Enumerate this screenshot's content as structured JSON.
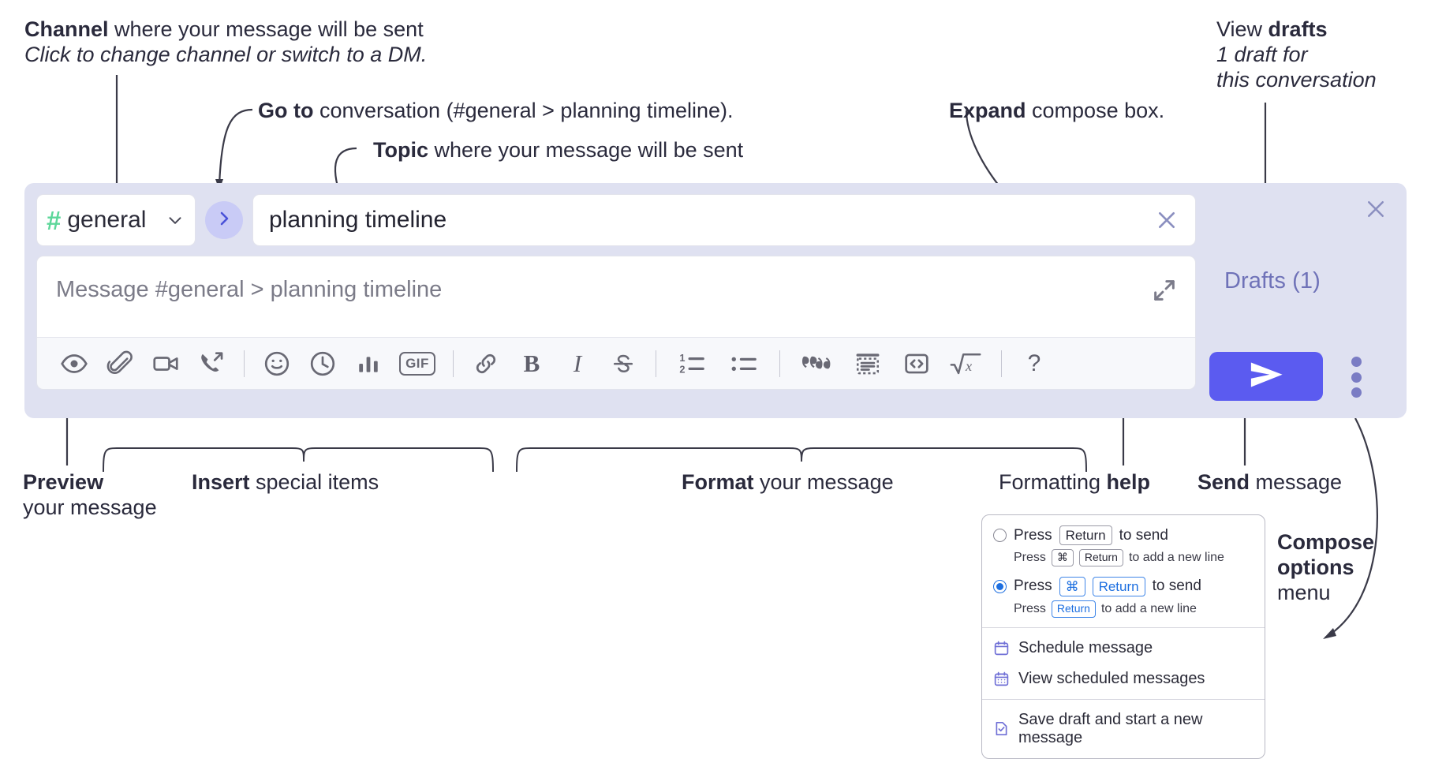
{
  "annotations": {
    "channel": {
      "bold": "Channel",
      "rest": " where your message will be sent",
      "italic": "Click to change channel or switch to a DM."
    },
    "goto": {
      "bold": "Go to",
      "rest": " conversation (#general > planning timeline)."
    },
    "topic": {
      "bold": "Topic",
      "rest": " where your message will be sent"
    },
    "expand": {
      "bold": "Expand",
      "rest": " compose box."
    },
    "drafts": {
      "lead": "View ",
      "bold": "drafts",
      "italic1": "1 draft for",
      "italic2": "this conversation"
    },
    "preview": {
      "bold": "Preview",
      "rest": "your message"
    },
    "insert": {
      "bold": "Insert",
      "rest": " special items"
    },
    "format": {
      "bold": "Format",
      "rest": " your message"
    },
    "help": {
      "lead": "Formatting ",
      "bold": "help"
    },
    "send": {
      "bold": "Send",
      "rest": " message"
    },
    "compose_options": {
      "bold1": "Compose",
      "bold2": "options",
      "rest": "menu"
    }
  },
  "compose": {
    "close_label": "×",
    "drafts_link": "Drafts (1)",
    "channel": {
      "hash": "#",
      "name": "general",
      "caret_icon": "chevron-down-icon"
    },
    "goto_icon": "chevron-right-icon",
    "topic": {
      "value": "planning timeline",
      "clear_icon": "close-icon"
    },
    "message": {
      "placeholder": "Message #general > planning timeline",
      "expand_icon": "expand-icon"
    },
    "toolbar": [
      {
        "name": "preview-icon",
        "label": "Preview"
      },
      {
        "name": "attachment-icon",
        "label": "Attach file"
      },
      {
        "name": "video-icon",
        "label": "Record video clip"
      },
      {
        "name": "call-icon",
        "label": "Start call"
      },
      {
        "name": "divider-1",
        "label": ""
      },
      {
        "name": "emoji-icon",
        "label": "Emoji"
      },
      {
        "name": "clock-icon",
        "label": "Reminder"
      },
      {
        "name": "poll-icon",
        "label": "Poll"
      },
      {
        "name": "gif-icon",
        "label": "GIF"
      },
      {
        "name": "divider-2",
        "label": ""
      },
      {
        "name": "link-icon",
        "label": "Link"
      },
      {
        "name": "bold-icon",
        "label": "B"
      },
      {
        "name": "italic-icon",
        "label": "I"
      },
      {
        "name": "strikethrough-icon",
        "label": "Strikethrough"
      },
      {
        "name": "divider-3",
        "label": ""
      },
      {
        "name": "ordered-list-icon",
        "label": "Ordered list"
      },
      {
        "name": "bulleted-list-icon",
        "label": "Bulleted list"
      },
      {
        "name": "divider-4",
        "label": ""
      },
      {
        "name": "blockquote-icon",
        "label": "Blockquote"
      },
      {
        "name": "code-block-icon",
        "label": "Code block"
      },
      {
        "name": "code-icon",
        "label": "Code"
      },
      {
        "name": "math-icon",
        "label": "Math"
      },
      {
        "name": "divider-5",
        "label": ""
      },
      {
        "name": "help-icon",
        "label": "?"
      }
    ],
    "send_button": {
      "icon": "send-icon",
      "label": "Send"
    },
    "kebab": {
      "icon": "more-options-icon",
      "label": "Compose options"
    }
  },
  "dropdown": {
    "options": [
      {
        "selected": false,
        "press": "Press",
        "keys": [
          "Return"
        ],
        "tail": "to send",
        "sub_press": "Press",
        "sub_keys": [
          "⌘",
          "Return"
        ],
        "sub_tail": "to add a new line"
      },
      {
        "selected": true,
        "press": "Press",
        "keys": [
          "⌘",
          "Return"
        ],
        "tail": "to send",
        "sub_press": "Press",
        "sub_keys": [
          "Return"
        ],
        "sub_tail": "to add a new line"
      }
    ],
    "items": [
      {
        "icon": "calendar-icon",
        "label": "Schedule message"
      },
      {
        "icon": "calendar-grid-icon",
        "label": "View scheduled messages"
      },
      {
        "icon": "save-draft-icon",
        "label": "Save draft and start a new message"
      }
    ]
  },
  "colors": {
    "panel_bg": "#dfe1f1",
    "accent_send": "#5b5bf0",
    "hash_green": "#5dd79a",
    "goto_circle": "#c9cbf6",
    "drafts_text": "#6f72b8",
    "radio_blue": "#1d6fe0",
    "menu_icon_purple": "#6f6fd6"
  }
}
